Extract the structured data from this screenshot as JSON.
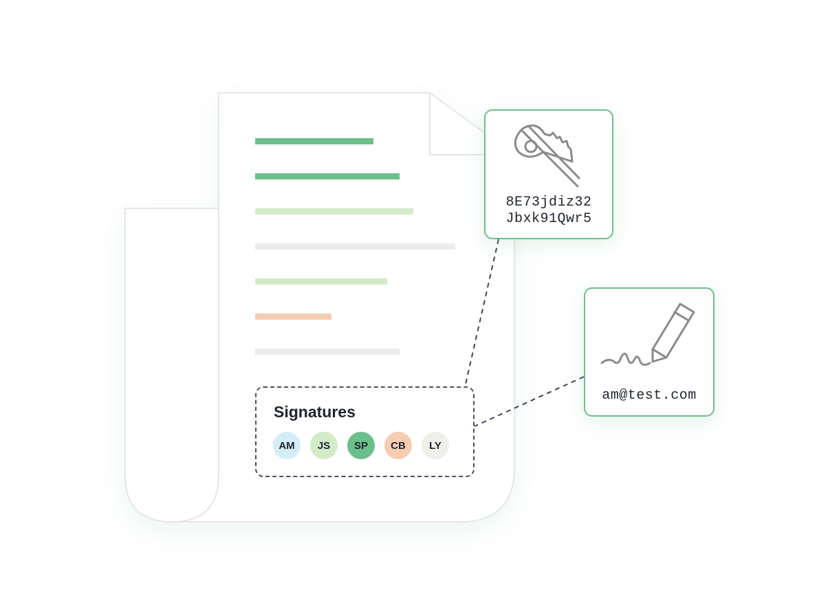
{
  "key_card": {
    "icon": "key-icon",
    "code_line1": "8E73jdiz32",
    "code_line2": "Jbxk91Qwr5"
  },
  "sign_card": {
    "icon": "pen-signature-icon",
    "email": "am@test.com"
  },
  "signatures": {
    "title": "Signatures",
    "avatars": [
      {
        "initials": "AM",
        "color": "#d3eef6"
      },
      {
        "initials": "JS",
        "color": "#d3ecc7"
      },
      {
        "initials": "SP",
        "color": "#6bbf8a"
      },
      {
        "initials": "CB",
        "color": "#f6cdb1"
      },
      {
        "initials": "LY",
        "color": "#efefe9"
      }
    ]
  },
  "document_lines": [
    {
      "color": "#6bbf8a",
      "fraction": 0.59
    },
    {
      "color": "#6bbf8a",
      "fraction": 0.72
    },
    {
      "color": "#d3ecc7",
      "fraction": 0.79
    },
    {
      "color": "#ececec",
      "fraction": 1.0
    },
    {
      "color": "#d3ecc7",
      "fraction": 0.66
    },
    {
      "color": "#f6cdb1",
      "fraction": 0.38
    },
    {
      "color": "#ececec",
      "fraction": 0.72
    }
  ],
  "colors": {
    "accent": "#6bbf8a",
    "outline": "#e6e6e6",
    "connector": "#3d4258"
  }
}
